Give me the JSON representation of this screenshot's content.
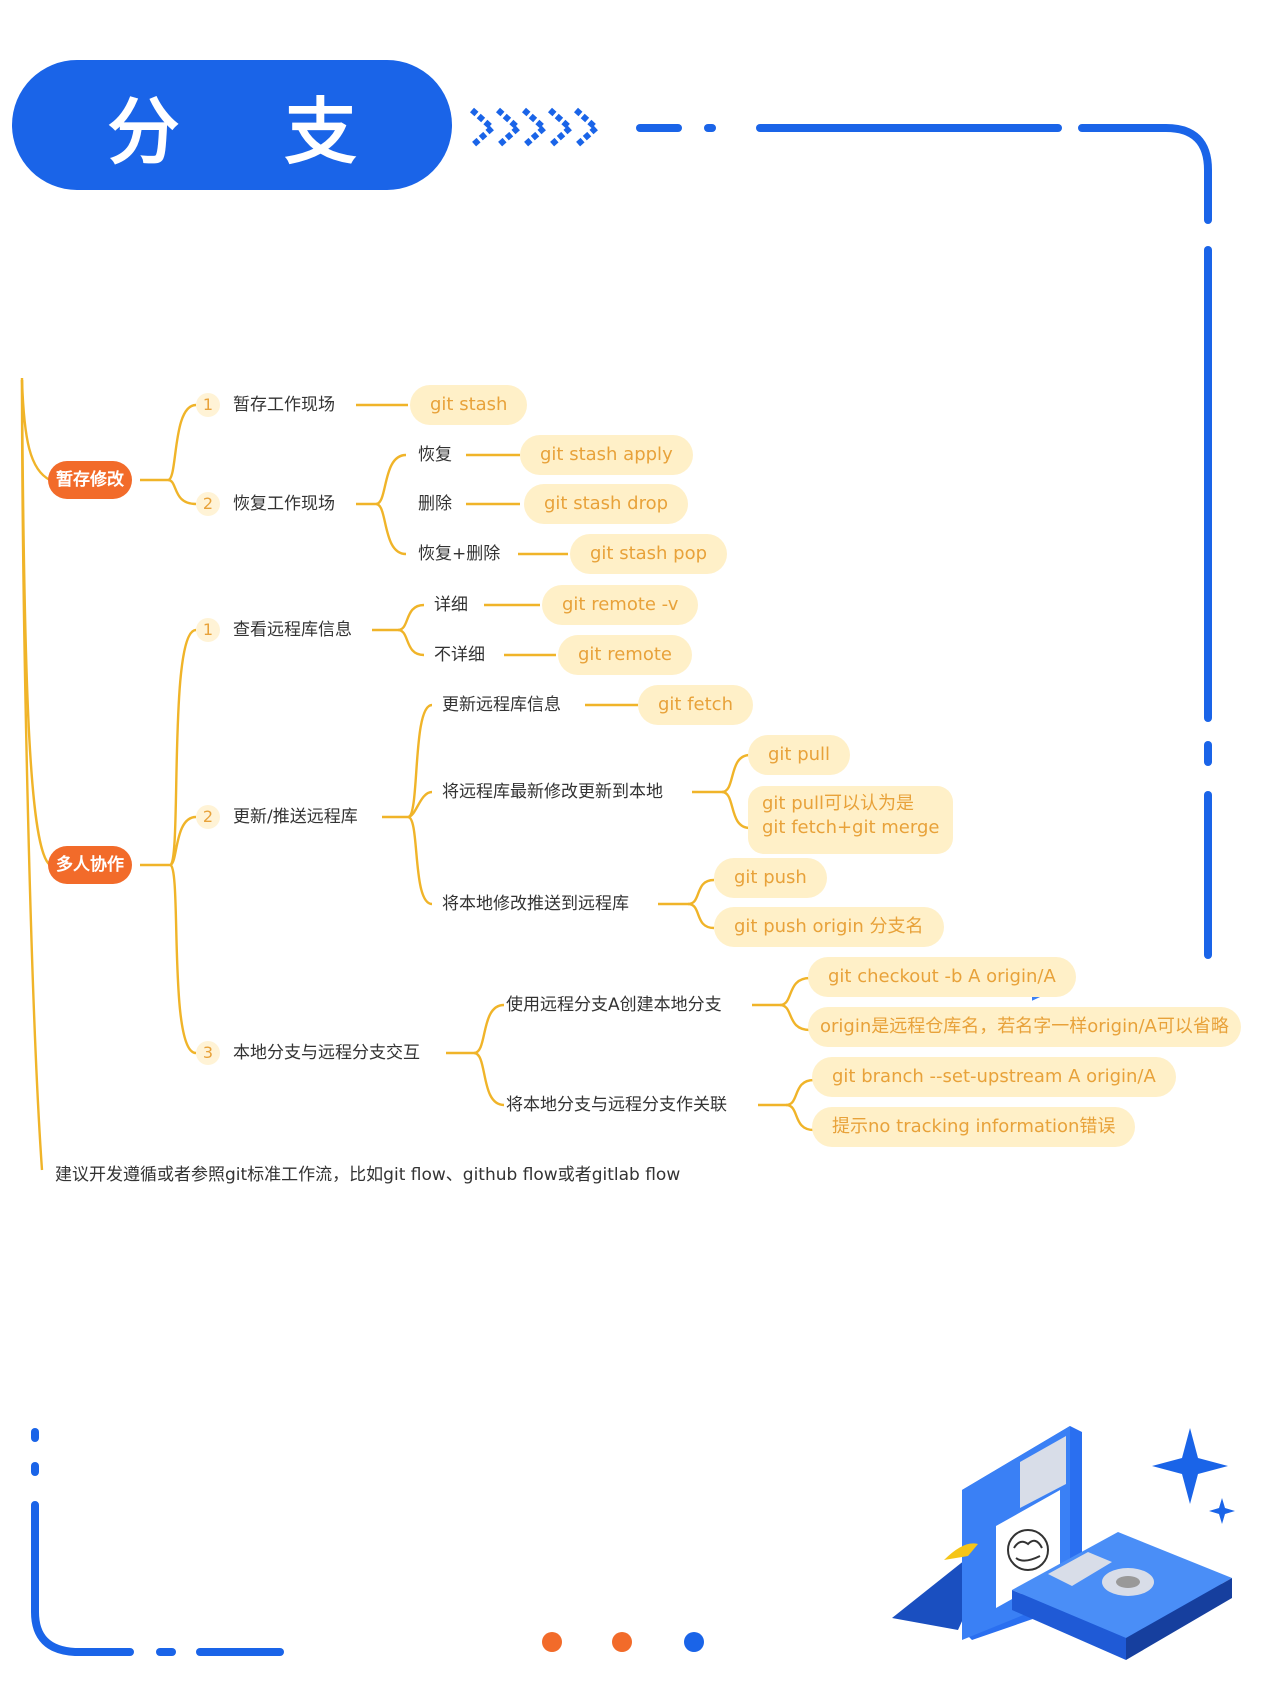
{
  "title": "分 支",
  "colors": {
    "accent_blue": "#1a64e8",
    "category_orange": "#f26b2a",
    "branch_line": "#f0b429",
    "command_text": "#e8a23a",
    "command_bg": "#fff0c8"
  },
  "categories": [
    {
      "label": "暂存修改",
      "items": [
        {
          "num": "1",
          "label": "暂存工作现场",
          "command": "git stash"
        },
        {
          "num": "2",
          "label": "恢复工作现场",
          "children": [
            {
              "label": "恢复",
              "command": "git stash apply"
            },
            {
              "label": "删除",
              "command": "git stash drop"
            },
            {
              "label": "恢复+删除",
              "command": "git stash pop"
            }
          ]
        }
      ]
    },
    {
      "label": "多人协作",
      "items": [
        {
          "num": "1",
          "label": "查看远程库信息",
          "children": [
            {
              "label": "详细",
              "command": "git remote -v"
            },
            {
              "label": "不详细",
              "command": "git remote"
            }
          ]
        },
        {
          "num": "2",
          "label": "更新/推送远程库",
          "children": [
            {
              "label": "更新远程库信息",
              "command": "git fetch"
            },
            {
              "label": "将远程库最新修改更新到本地",
              "commands": [
                "git pull",
                "git pull可以认为是",
                "git fetch+git merge"
              ]
            },
            {
              "label": "将本地修改推送到远程库",
              "commands": [
                "git push",
                "git push origin 分支名"
              ]
            }
          ]
        },
        {
          "num": "3",
          "label": "本地分支与远程分支交互",
          "children": [
            {
              "label": "使用远程分支A创建本地分支",
              "commands": [
                "git checkout -b A origin/A",
                "origin是远程仓库名，若名字一样origin/A可以省略"
              ]
            },
            {
              "label": "将本地分支与远程分支作关联",
              "commands": [
                "git branch --set-upstream A origin/A",
                "提示no tracking information错误"
              ]
            }
          ]
        }
      ]
    }
  ],
  "footer_note": "建议开发遵循或者参照git标准工作流，比如git flow、github flow或者gitlab flow",
  "page_dots": [
    {
      "color": "#f26b2a"
    },
    {
      "color": "#f26b2a"
    },
    {
      "color": "#1a64e8"
    }
  ],
  "illustration": {
    "icon": "floppy-disk-brain-illustration"
  }
}
